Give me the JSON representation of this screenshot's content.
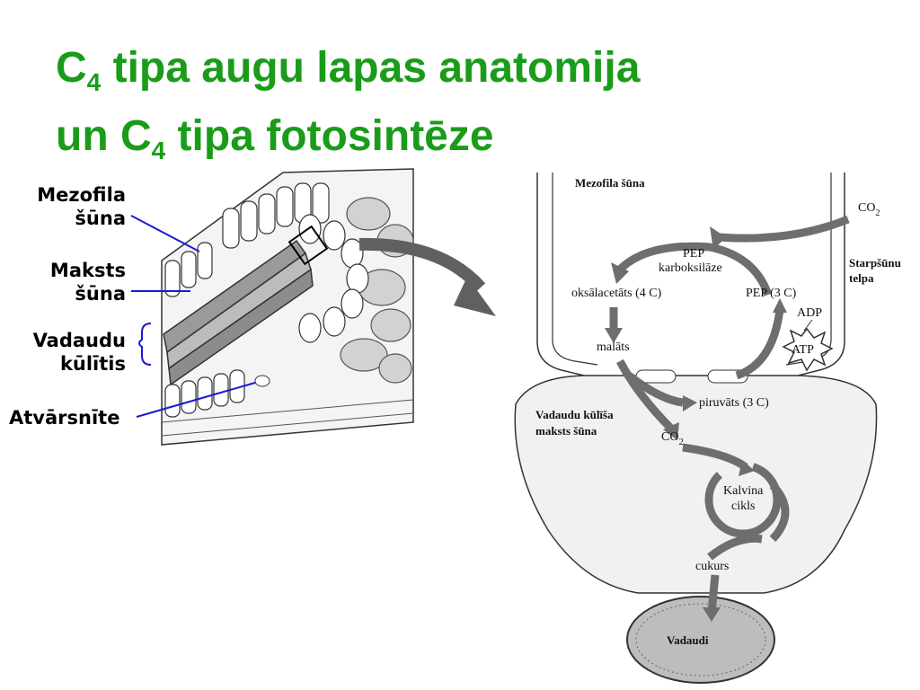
{
  "slide": {
    "title_line1_pre": "C",
    "title_line1_sub": "4",
    "title_line1_post": " tipa augu lapas anatomija",
    "title_line2_pre": "un C",
    "title_line2_sub": "4",
    "title_line2_post": " tipa fotosintēze",
    "title_color": "#1a9c1a"
  },
  "labels": {
    "mesophyll_line1": "Mezofila",
    "mesophyll_line2": "šūna",
    "sheath_line1": "Maksts",
    "sheath_line2": "šūna",
    "bundle_line1": "Vadaudu",
    "bundle_line2": "kūlītis",
    "stoma": "Atvārsnīte",
    "leader_color": "#1a1ad0"
  },
  "diagram": {
    "mesophyll_cell": "Mezofila šūna",
    "intercellular_line1": "Starpšūnu",
    "intercellular_line2": "telpa",
    "co2_top_base": "CO",
    "co2_top_sub": "2",
    "pep_carboxylase_line1": "PEP",
    "pep_carboxylase_line2": "karboksilāze",
    "oxaloacetate": "oksālacetāts (4 C)",
    "pep": "PEP (3 C)",
    "adp": "ADP",
    "atp": "ATP",
    "malate": "malāts",
    "pyruvate": "piruvāts (3 C)",
    "sheath_line1": "Vadaudu kūlīša",
    "sheath_line2": "maksts šūna",
    "co2_mid_base": "CO",
    "co2_mid_sub": "2",
    "calvin_line1": "Kalvina",
    "calvin_line2": "cikls",
    "sugar": "cukurs",
    "vascular": "Vadaudi"
  }
}
